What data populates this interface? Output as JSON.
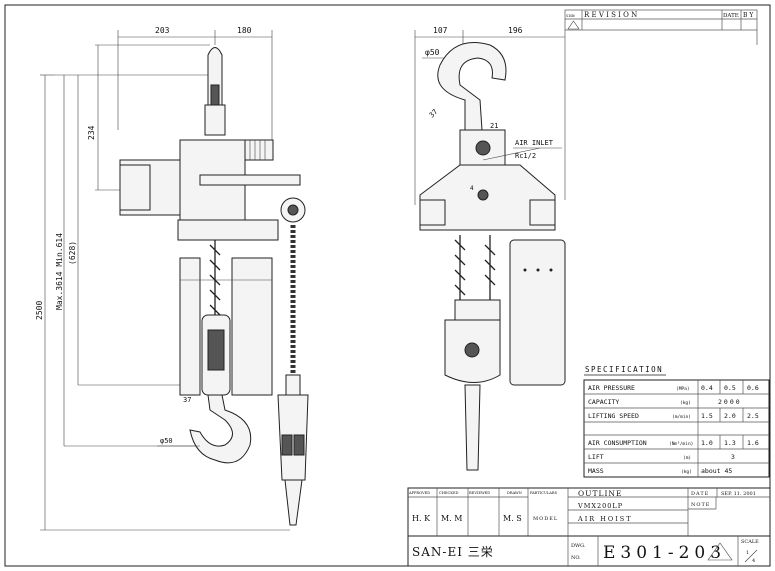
{
  "revision": {
    "sign_label": "SIGN",
    "title": "R E V I S I O N",
    "date_label": "DATE",
    "by_label": "B Y"
  },
  "dimensions_left": {
    "width_left": "203",
    "width_right": "180",
    "hook_height": "234",
    "body_height": "(628)",
    "lift_range": "Max.3614 Min.614",
    "overall": "2500",
    "hook_throat": "37",
    "hook_dia": "φ50"
  },
  "dimensions_right": {
    "width_left": "107",
    "width_right": "196",
    "hook_dia": "φ50",
    "hook_throat": "37",
    "hook_gap": "21",
    "air_inlet_label": "AIR INLET",
    "air_inlet_thread": "Rc1/2",
    "offset": "4"
  },
  "specification": {
    "title": "SPECIFICATION",
    "rows": [
      {
        "label": "AIR PRESSURE",
        "unit": "(MPa)",
        "values": [
          "0.4",
          "0.5",
          "0.6"
        ]
      },
      {
        "label": "CAPACITY",
        "unit": "(kg)",
        "values": [
          "2000"
        ]
      },
      {
        "label": "LIFTING SPEED",
        "unit": "(m/min)",
        "values": [
          "1.5",
          "2.0",
          "2.5"
        ]
      },
      {
        "label": "",
        "unit": "",
        "values": []
      },
      {
        "label": "AIR CONSUMPTION",
        "unit": "(Nm³/min)",
        "values": [
          "1.0",
          "1.3",
          "1.6"
        ]
      },
      {
        "label": "LIFT",
        "unit": "(m)",
        "values": [
          "3"
        ]
      },
      {
        "label": "MASS",
        "unit": "(kg)",
        "values": [
          "about 45"
        ]
      }
    ]
  },
  "title_block": {
    "approved_label": "APPROVED",
    "checked_label": "CHECKED",
    "reviewed_label": "REVIEWED",
    "drawn_label": "DRAWN",
    "particulars_label": "PARTICULARS",
    "approved": "H. K",
    "checked": "M. M",
    "reviewed": "",
    "drawn": "M. S",
    "particulars": "OUTLINE",
    "model_label": "MODEL",
    "model": "VMX200LP",
    "product": "AIR HOIST",
    "date_label": "DATE",
    "date": "SEP. 11. 2001",
    "note_label": "NOTE",
    "company": "SAN-EI 三栄",
    "dwg_label_1": "DWG.",
    "dwg_label_2": "NO.",
    "dwg_no": "E301-203",
    "scale_label": "SCALE",
    "scale_num": "1",
    "scale_den": "4"
  }
}
